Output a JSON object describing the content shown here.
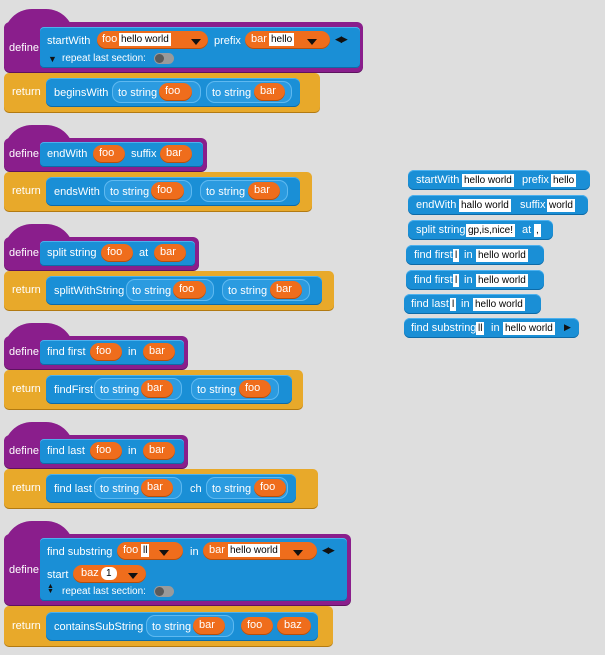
{
  "define_label": "define",
  "return_label": "return",
  "blocks": {
    "startWith": {
      "name": "startWith",
      "param1": "foo",
      "param1_value": "hello world",
      "kw1": "prefix",
      "param2": "bar",
      "param2_value": "hello",
      "repeat": "repeat last section:",
      "call": "beginsWith",
      "to_string": "to string",
      "arg1": "foo",
      "arg2": "bar"
    },
    "endWith": {
      "name": "endWith",
      "param1": "foo",
      "kw1": "suffix",
      "param2": "bar",
      "call": "endsWith",
      "to_string": "to string",
      "arg1": "foo",
      "arg2": "bar"
    },
    "split": {
      "name": "split string",
      "param1": "foo",
      "kw1": "at",
      "param2": "bar",
      "call": "splitWithString",
      "to_string": "to string",
      "arg1": "foo",
      "arg2": "bar"
    },
    "findFirst": {
      "name": "find first",
      "param1": "foo",
      "kw1": "in",
      "param2": "bar",
      "call": "findFirst",
      "to_string": "to string",
      "arg1": "bar",
      "arg2": "foo"
    },
    "findLast": {
      "name": "find last",
      "param1": "foo",
      "kw1": "in",
      "param2": "bar",
      "call": "find last",
      "kw_ch": "ch",
      "to_string": "to string",
      "arg1": "bar",
      "arg2": "foo"
    },
    "findSubstring": {
      "name": "find substring",
      "param1": "foo",
      "param1_value": "ll",
      "kw1": "in",
      "param2": "bar",
      "param2_value": "hello world",
      "kw_start": "start",
      "param3": "baz",
      "param3_value": "1",
      "repeat": "repeat last section:",
      "call": "containsSubString",
      "to_string": "to string",
      "arg1": "bar",
      "arg2": "foo",
      "arg3": "baz"
    }
  },
  "palette": [
    {
      "a": "startWith",
      "v1": "hello world",
      "b": "prefix",
      "v2": "hello"
    },
    {
      "a": "endWith",
      "v1": "hallo world",
      "b": "suffix",
      "v2": "world"
    },
    {
      "a": "split string",
      "v1": "gp,is,nice!",
      "b": "at",
      "v2": ","
    },
    {
      "a": "find first",
      "v1": "l",
      "b": "in",
      "v2": "hello world"
    },
    {
      "a": "find first",
      "v1": "l",
      "b": "in",
      "v2": "hello world"
    },
    {
      "a": "find last",
      "v1": "l",
      "b": "in",
      "v2": "hello world"
    },
    {
      "a": "find substring",
      "v1": "ll",
      "b": "in",
      "v2": "hello world"
    }
  ],
  "colors": {
    "define": "#8a1e8c",
    "command": "#1a8fd6",
    "return": "#e8a92a",
    "variable": "#ef6d1c",
    "background": "#dedede"
  }
}
